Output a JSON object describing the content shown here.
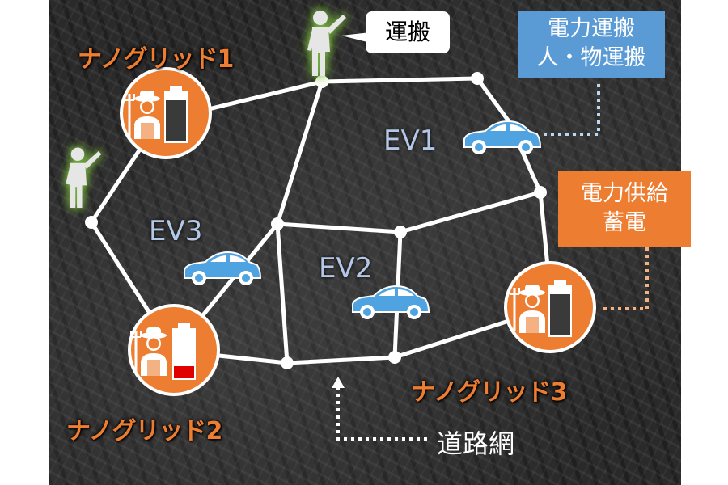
{
  "nanogrids": [
    {
      "label": "ナノグリッド1"
    },
    {
      "label": "ナノグリッド2"
    },
    {
      "label": "ナノグリッド3"
    }
  ],
  "evs": [
    {
      "label": "EV1"
    },
    {
      "label": "EV2"
    },
    {
      "label": "EV3"
    }
  ],
  "transport_bubble": "運搬",
  "ev1_box": {
    "line1": "電力運搬",
    "line2": "人・物運搬"
  },
  "supply_box": {
    "line1": "電力供給",
    "line2": "蓄電"
  },
  "road_label": "道路網",
  "colors": {
    "orange": "#ed7d31",
    "blue_box": "#5b9bd5",
    "ev_text": "#b4c7e7",
    "car": "#4fa3e0",
    "road": "#ffffff",
    "battery_low": "#e00000",
    "person_glow": "#7fc241"
  },
  "icons": [
    "farmer-icon",
    "battery-icon",
    "car-icon",
    "person-icon"
  ],
  "battery_levels": {
    "nanogrid1": 0.85,
    "nanogrid2": 0.25,
    "nanogrid3": 0.85
  }
}
